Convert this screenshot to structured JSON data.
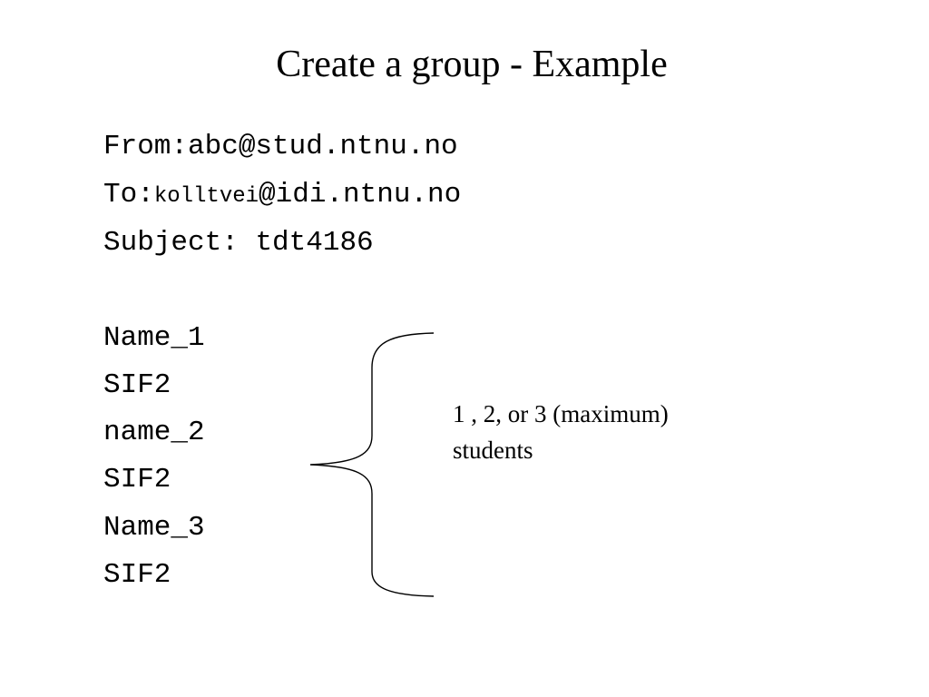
{
  "slide": {
    "title": "Create a group - Example",
    "email": {
      "from_label": "From:",
      "from_value": "abc@stud.ntnu.no",
      "to_label": "To:",
      "to_user": "kolltvei",
      "to_domain": "@idi.ntnu.no",
      "subject_label": "Subject:",
      "subject_value": "tdt4186"
    },
    "members": [
      "Name_1",
      "SIF2",
      "name_2",
      "SIF2",
      "Name_3",
      "SIF2"
    ],
    "note": {
      "line1": "1 , 2, or 3 (maximum)",
      "line2": "students"
    }
  }
}
